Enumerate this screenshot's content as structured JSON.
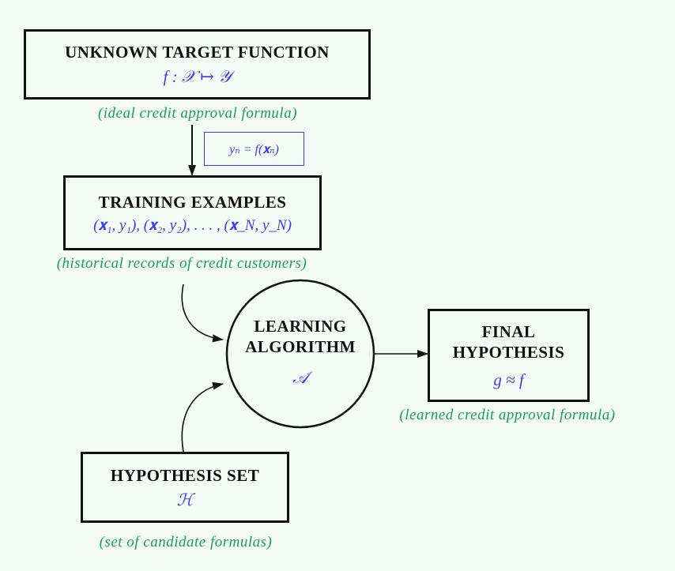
{
  "target": {
    "title": "UNKNOWN TARGET FUNCTION",
    "math": "f : 𝒳 ↦ 𝒴",
    "caption": "(ideal credit approval formula)"
  },
  "edge_label": "yₙ = f(𝐱ₙ)",
  "training": {
    "title": "TRAINING EXAMPLES",
    "math": "(𝐱₁, y₁), (𝐱₂, y₂), . . . , (𝐱_N, y_N)",
    "caption": "(historical records of credit customers)"
  },
  "algorithm": {
    "title_line1": "LEARNING",
    "title_line2": "ALGORITHM",
    "math": "𝒜"
  },
  "final": {
    "title_line1": "FINAL",
    "title_line2": "HYPOTHESIS",
    "math": "g ≈ f",
    "caption": "(learned credit approval formula)"
  },
  "hypothesis_set": {
    "title": "HYPOTHESIS SET",
    "math": "ℋ",
    "caption": "(set of candidate formulas)"
  }
}
